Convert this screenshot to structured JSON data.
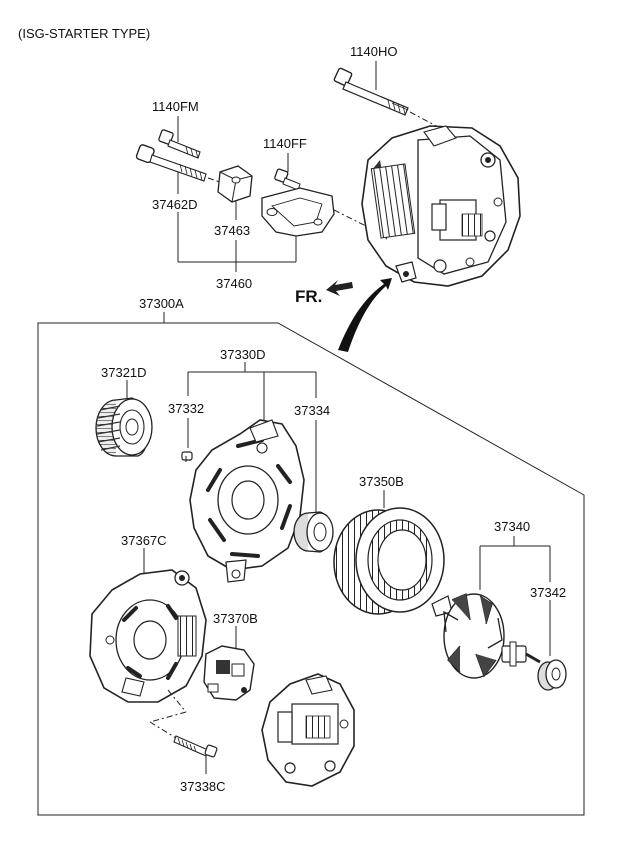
{
  "header": {
    "title": "(ISG-STARTER TYPE)"
  },
  "direction_indicator": {
    "label": "FR."
  },
  "parts": [
    {
      "id": "1140HO",
      "label": "1140HO"
    },
    {
      "id": "1140FM",
      "label": "1140FM"
    },
    {
      "id": "1140FF",
      "label": "1140FF"
    },
    {
      "id": "37462D",
      "label": "37462D"
    },
    {
      "id": "37463",
      "label": "37463"
    },
    {
      "id": "37460",
      "label": "37460"
    },
    {
      "id": "37300A",
      "label": "37300A"
    },
    {
      "id": "37321D",
      "label": "37321D"
    },
    {
      "id": "37330D",
      "label": "37330D"
    },
    {
      "id": "37332",
      "label": "37332"
    },
    {
      "id": "37334",
      "label": "37334"
    },
    {
      "id": "37350B",
      "label": "37350B"
    },
    {
      "id": "37340",
      "label": "37340"
    },
    {
      "id": "37367C",
      "label": "37367C"
    },
    {
      "id": "37342",
      "label": "37342"
    },
    {
      "id": "37370B",
      "label": "37370B"
    },
    {
      "id": "37338C",
      "label": "37338C"
    }
  ]
}
